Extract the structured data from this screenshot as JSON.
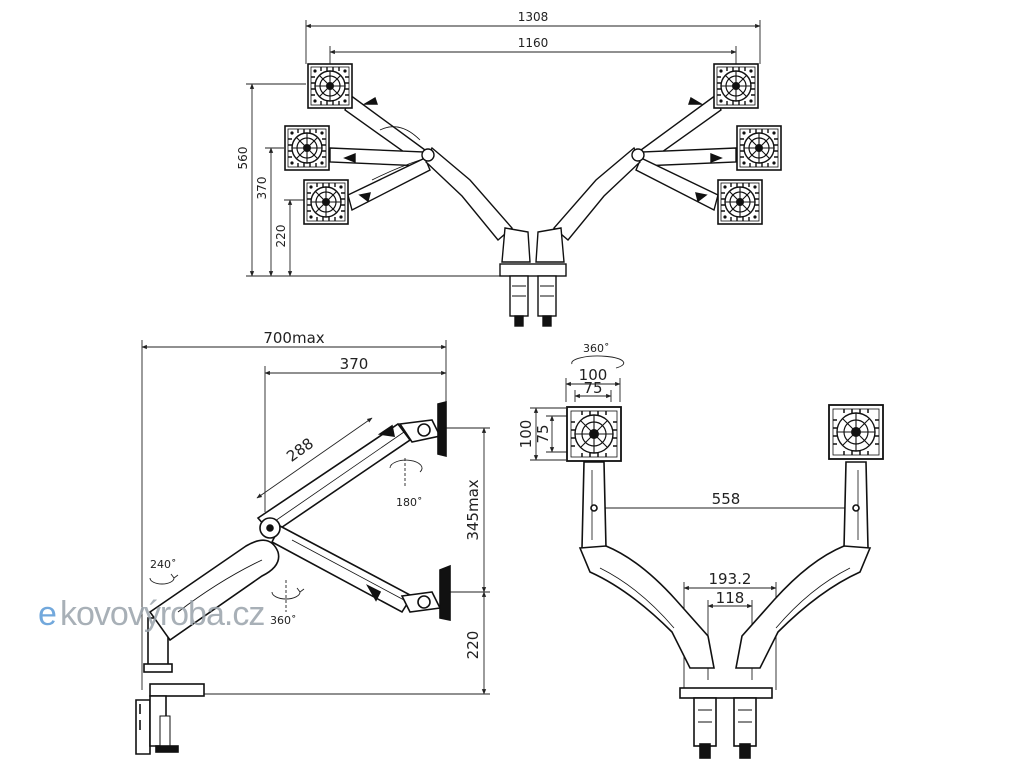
{
  "front_view": {
    "overall_width": "1308",
    "inner_width": "1160",
    "height_max": "560",
    "height_mid": "370",
    "height_min": "220"
  },
  "side_view": {
    "reach": "700max",
    "arm_span": "370",
    "arm_length": "288",
    "height_range": "345max",
    "pole_height": "220",
    "swivel_arm": "240˚",
    "swivel_base": "360˚",
    "rotate_head": "180˚"
  },
  "top_view": {
    "rotate": "360˚",
    "vesa_outer_w": "100",
    "vesa_inner_w": "75",
    "vesa_outer_h": "100",
    "vesa_inner_h": "75",
    "head_spacing": "558",
    "base_outer": "193.2",
    "base_inner": "118"
  },
  "watermark": {
    "text_e": "e",
    "text_rest": "kovovýroba.cz",
    "color_blue": "#5a9ad6",
    "color_gray": "#9aa3ab"
  }
}
